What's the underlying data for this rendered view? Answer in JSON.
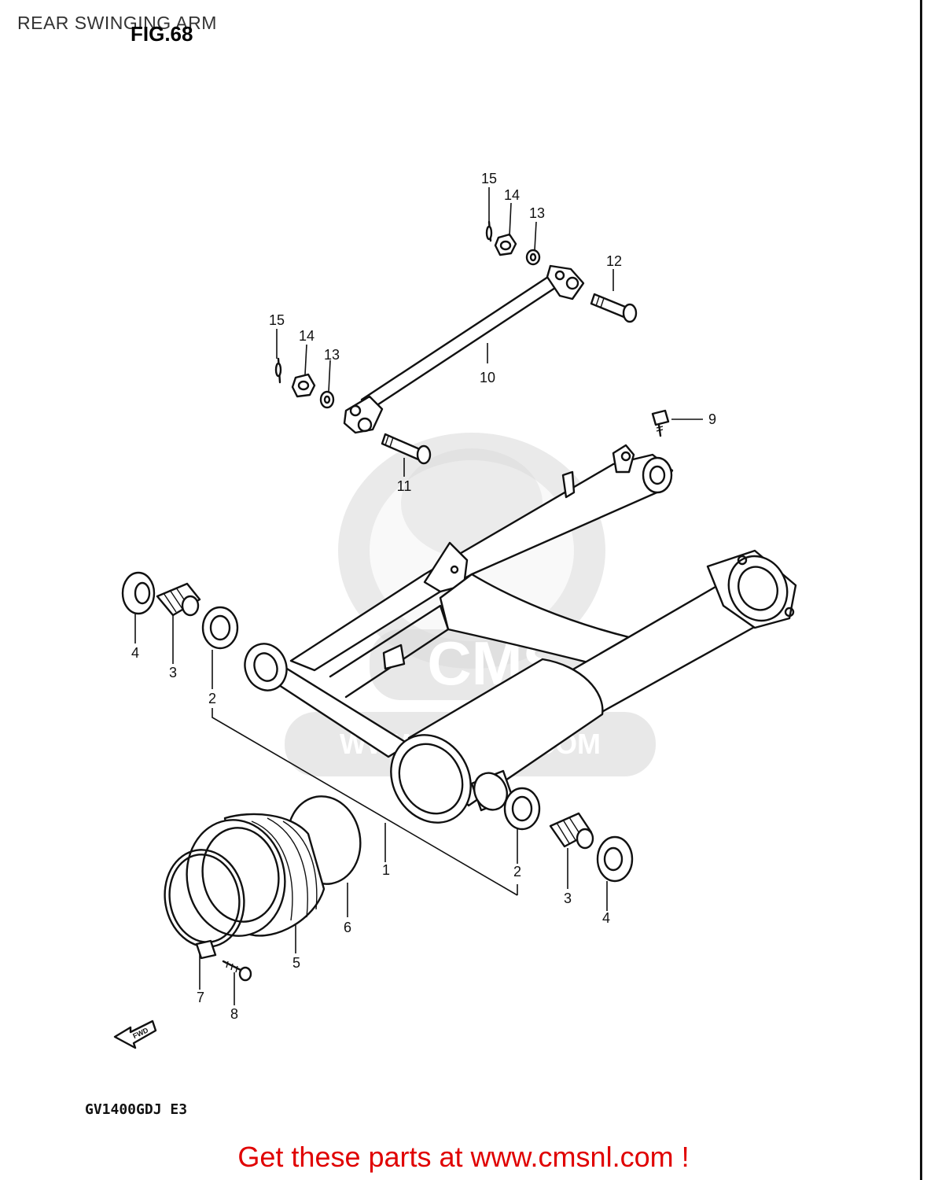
{
  "header": {
    "title": "REAR SWINGING ARM",
    "figure": "FIG.68"
  },
  "footer": {
    "model_code": "GV1400GDJ E3",
    "cta": "Get these parts at www.cmsnl.com !"
  },
  "watermark": {
    "brand": "CMS",
    "url": "WWW.CMSNL.COM"
  },
  "fwd_label": "FWD",
  "callouts": [
    {
      "id": "c15a",
      "label": "15"
    },
    {
      "id": "c14a",
      "label": "14"
    },
    {
      "id": "c13a",
      "label": "13"
    },
    {
      "id": "c12",
      "label": "12"
    },
    {
      "id": "c15b",
      "label": "15"
    },
    {
      "id": "c14b",
      "label": "14"
    },
    {
      "id": "c13b",
      "label": "13"
    },
    {
      "id": "c10",
      "label": "10"
    },
    {
      "id": "c9",
      "label": "9"
    },
    {
      "id": "c11",
      "label": "11"
    },
    {
      "id": "c4a",
      "label": "4"
    },
    {
      "id": "c3a",
      "label": "3"
    },
    {
      "id": "c2a",
      "label": "2"
    },
    {
      "id": "c1",
      "label": "1"
    },
    {
      "id": "c2b",
      "label": "2"
    },
    {
      "id": "c3b",
      "label": "3"
    },
    {
      "id": "c4b",
      "label": "4"
    },
    {
      "id": "c6",
      "label": "6"
    },
    {
      "id": "c5",
      "label": "5"
    },
    {
      "id": "c7",
      "label": "7"
    },
    {
      "id": "c8",
      "label": "8"
    }
  ]
}
